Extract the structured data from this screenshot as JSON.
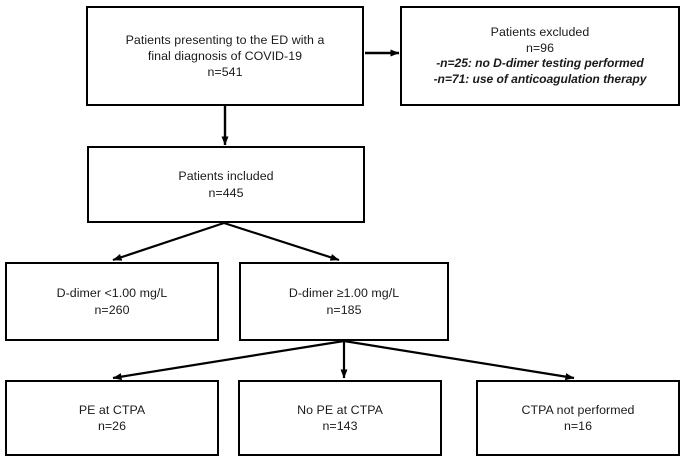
{
  "diagram": {
    "title": "Patient flow diagram: COVID-19 D-dimer and CTPA",
    "type": "flowchart",
    "stroke_color": "#000000",
    "background_color": "#ffffff",
    "text_color": "#1a1a1a"
  },
  "nodes": {
    "presenting": {
      "lines": [
        "Patients presenting to the ED with a",
        "final diagnosis of COVID-19",
        "n=541"
      ],
      "count": 541
    },
    "excluded": {
      "lines": [
        "Patients excluded",
        "n=96"
      ],
      "sub_lines": [
        "-n=25: no D-dimer testing performed",
        "-n=71: use of anticoagulation therapy"
      ],
      "count": 96
    },
    "included": {
      "lines": [
        "Patients included",
        "n=445"
      ],
      "count": 445
    },
    "ddimer_low": {
      "lines": [
        "D-dimer <1.00 mg/L",
        "n=260"
      ],
      "count": 260
    },
    "ddimer_high": {
      "lines": [
        "D-dimer ≥1.00 mg/L",
        "n=185"
      ],
      "count": 185
    },
    "pe_at_ctpa": {
      "lines": [
        "PE at CTPA",
        "n=26"
      ],
      "count": 26
    },
    "no_pe_at_ctpa": {
      "lines": [
        "No PE at CTPA",
        "n=143"
      ],
      "count": 143
    },
    "ctpa_not_performed": {
      "lines": [
        "CTPA not performed",
        "n=16"
      ],
      "count": 16
    }
  },
  "edges": [
    {
      "name": "presenting-to-excluded",
      "from": "presenting",
      "to": "excluded",
      "direction": "right"
    },
    {
      "name": "presenting-to-included",
      "from": "presenting",
      "to": "included",
      "direction": "down"
    },
    {
      "name": "included-to-ddimer-low",
      "from": "included",
      "to": "ddimer_low",
      "direction": "down-left"
    },
    {
      "name": "included-to-ddimer-high",
      "from": "included",
      "to": "ddimer_high",
      "direction": "down-right"
    },
    {
      "name": "ddimer-high-to-pe",
      "from": "ddimer_high",
      "to": "pe_at_ctpa",
      "direction": "down-left"
    },
    {
      "name": "ddimer-high-to-no-pe",
      "from": "ddimer_high",
      "to": "no_pe_at_ctpa",
      "direction": "down"
    },
    {
      "name": "ddimer-high-to-ctpa-not-performed",
      "from": "ddimer_high",
      "to": "ctpa_not_performed",
      "direction": "down-right"
    }
  ]
}
